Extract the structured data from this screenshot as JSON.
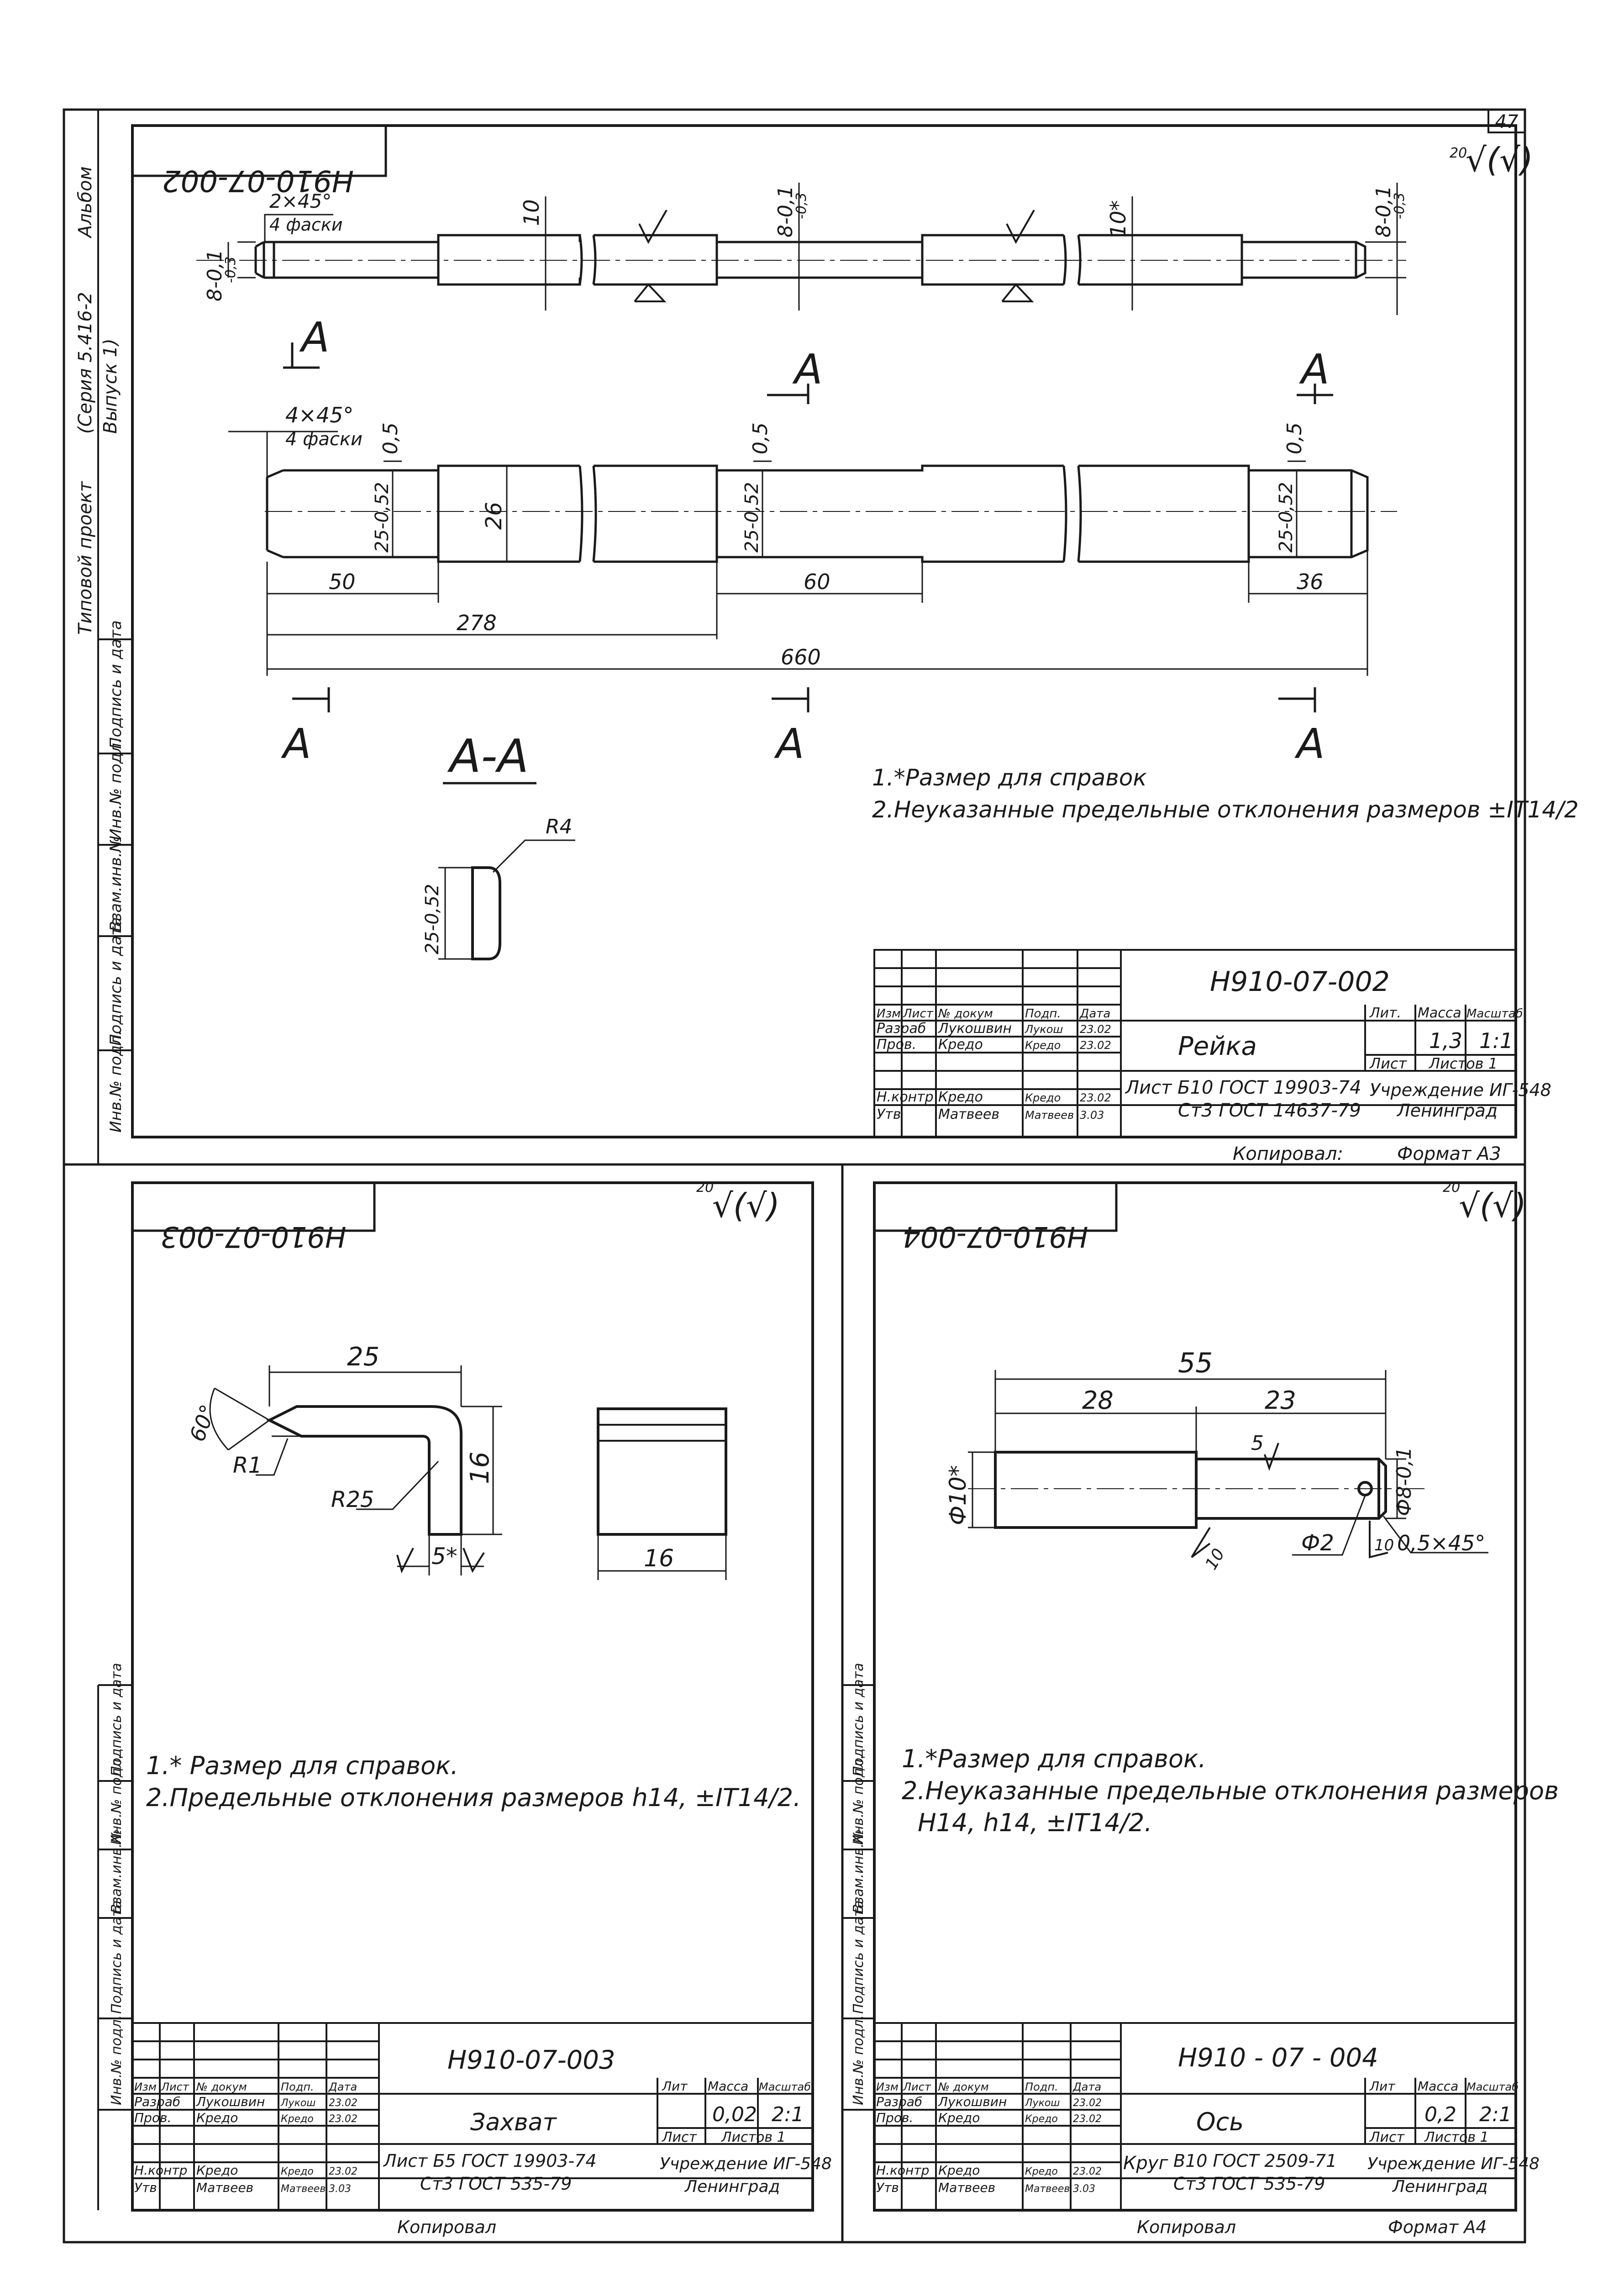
{
  "page_number": "47",
  "side_stamp": {
    "top_words": [
      "Альбом",
      "(Серия 5.416-2",
      "Выпуск 1)",
      "Типовой проект"
    ],
    "cells": [
      "Подпись и дата",
      "Инв.№ подл.",
      "Взам.инв.№",
      "Подпись и дата",
      "Инв.№ подл."
    ]
  },
  "sheet_top": {
    "mirrored_code": "Н910-07-002",
    "roughness": "20",
    "roughness_sym": "√(√)",
    "dims": {
      "chamfer_top": "2×45°",
      "chamfer_top_sub": "4 фаски",
      "d_8_left": "8-0,1",
      "d_8_left_sub": "-0,3",
      "d_10": "10",
      "d_8_mid": "8-0,1",
      "d_8_mid_sub": "-0,3",
      "d_10_star": "10*",
      "d_8_right": "8-0,1",
      "d_8_right_sub": "-0,3",
      "chamfer_bot": "4×45°",
      "chamfer_bot_sub": "4 фаски",
      "h_05_a": "0,5",
      "h_05_b": "0,5",
      "h_05_c": "0,5",
      "d_25_a": "25-0,52",
      "d_26": "26",
      "d_25_b": "25-0,52",
      "d_25_c": "25-0,52",
      "len_50": "50",
      "len_278": "278",
      "len_60": "60",
      "len_36": "36",
      "len_660": "660",
      "sec_label": "А",
      "section": "А-А",
      "r4": "R4",
      "sec_dim": "25-0,52"
    },
    "notes": [
      "1.*Размер для справок",
      "2.Неуказанные предельные отклонения размеров ±IT14/2"
    ],
    "title_block": {
      "code": "Н910-07-002",
      "name": "Рейка",
      "hdr": [
        "Изм",
        "Лист",
        "№ докум",
        "Подп.",
        "Дата"
      ],
      "rows": [
        [
          "Разраб",
          "Лукошвин",
          "Лукош",
          "23.02"
        ],
        [
          "Пров.",
          "Кредо",
          "Кредо",
          "23.02"
        ],
        [
          "Н.контр",
          "Кредо",
          "Кредо",
          "23.02"
        ],
        [
          "Утв",
          "Матвеев",
          "Матвеев",
          "3.03"
        ]
      ],
      "lit": "Лит.",
      "mass_h": "Масса",
      "scale_h": "Масштаб",
      "mass": "1,3",
      "scale": "1:1",
      "sheet_h": "Лист",
      "sheets_h": "Листов 1",
      "material_1": "Лист Б10 ГОСТ 19903-74",
      "material_2": "Ст3 ГОСТ 14637-79",
      "org_1": "Учреждение ИГ-548",
      "org_2": "Ленинград",
      "copied": "Копировал:",
      "format": "Формат А3"
    }
  },
  "sheet_left": {
    "mirrored_code": "Н910-07-003",
    "roughness": "20",
    "roughness_sym": "√(√)",
    "dims": {
      "d25": "25",
      "d16v": "16",
      "a60": "60°",
      "r1": "R1",
      "r25": "R25",
      "s5": "5*",
      "w16": "16"
    },
    "notes": [
      "1.* Размер для справок.",
      "2.Предельные отклонения размеров h14, ±IT14/2."
    ],
    "title_block": {
      "code": "Н910-07-003",
      "name": "Захват",
      "hdr": [
        "Изм",
        "Лист",
        "№ докум",
        "Подп.",
        "Дата"
      ],
      "rows": [
        [
          "Разраб",
          "Лукошвин",
          "Лукош",
          "23.02"
        ],
        [
          "Пров.",
          "Кредо",
          "Кредо",
          "23.02"
        ],
        [
          "Н.контр",
          "Кредо",
          "Кредо",
          "23.02"
        ],
        [
          "Утв",
          "Матвеев",
          "Матвеев",
          "3.03"
        ]
      ],
      "lit": "Лит",
      "mass_h": "Масса",
      "scale_h": "Масштаб",
      "mass": "0,02",
      "scale": "2:1",
      "sheet_h": "Лист",
      "sheets_h": "Листов 1",
      "material_1": "Лист Б5 ГОСТ 19903-74",
      "material_2": "Ст3 ГОСТ 535-79",
      "org_1": "Учреждение ИГ-548",
      "org_2": "Ленинград",
      "copied": "Копировал"
    }
  },
  "sheet_right": {
    "mirrored_code": "Н910-07-004",
    "roughness": "20",
    "roughness_sym": "√(√)",
    "dims": {
      "d55": "55",
      "d28": "28",
      "d23": "23",
      "r5": "5",
      "phi10": "Ф10*",
      "phi8": "Ф8-0,1",
      "phi2": "Ф2",
      "c10": "10",
      "ch": "0,5×45°",
      "c10b": "10"
    },
    "notes": [
      "1.*Размер для справок.",
      "2.Неуказанные предельные отклонения размеров",
      "Н14, h14, ±IT14/2."
    ],
    "title_block": {
      "code": "Н910 - 07 - 004",
      "name": "Ось",
      "hdr": [
        "Изм",
        "Лист",
        "№ докум",
        "Подп.",
        "Дата"
      ],
      "rows": [
        [
          "Разраб",
          "Лукошвин",
          "Лукош",
          "23.02"
        ],
        [
          "Пров.",
          "Кредо",
          "Кредо",
          "23.02"
        ],
        [
          "Н.контр",
          "Кредо",
          "Кредо",
          "23.02"
        ],
        [
          "Утв",
          "Матвеев",
          "Матвеев",
          "3.03"
        ]
      ],
      "lit": "Лит",
      "mass_h": "Масса",
      "scale_h": "Масштаб",
      "mass": "0,2",
      "scale": "2:1",
      "sheet_h": "Лист",
      "sheets_h": "Листов 1",
      "material_0": "Круг",
      "material_1": "В10 ГОСТ 2509-71",
      "material_2": "Ст3 ГОСТ 535-79",
      "org_1": "Учреждение ИГ-548",
      "org_2": "Ленинград",
      "copied": "Копировал",
      "format": "Формат А4"
    }
  }
}
